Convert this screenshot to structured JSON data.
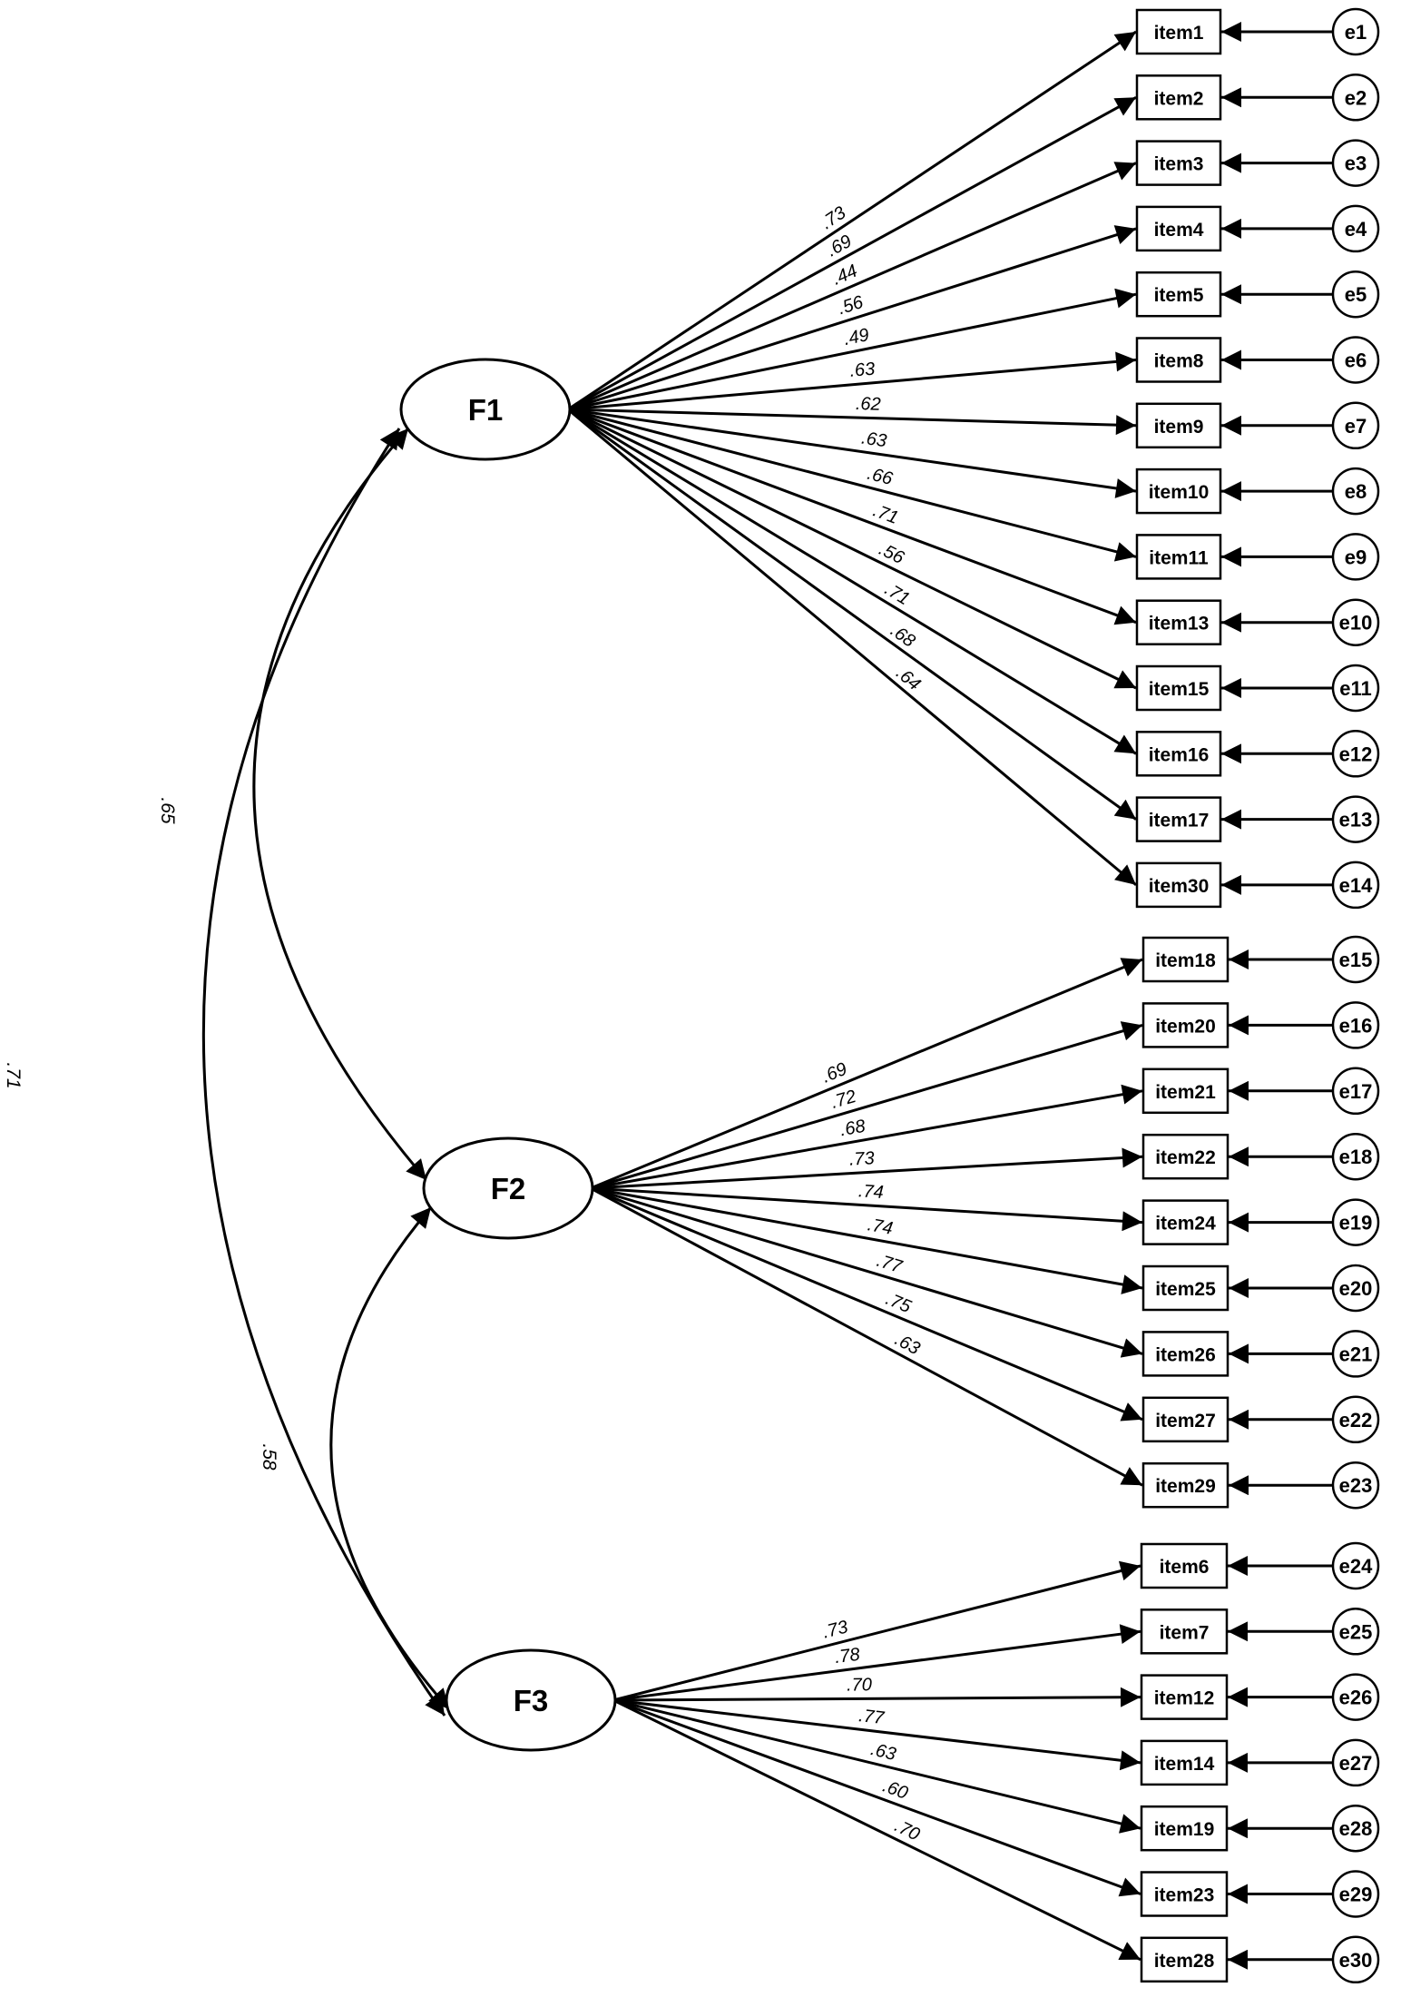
{
  "factors": [
    {
      "name": "F1",
      "indicators": [
        {
          "item": "item1",
          "error": "e1",
          "loading": ".73"
        },
        {
          "item": "item2",
          "error": "e2",
          "loading": ".69"
        },
        {
          "item": "item3",
          "error": "e3",
          "loading": ".44"
        },
        {
          "item": "item4",
          "error": "e4",
          "loading": ".56"
        },
        {
          "item": "item5",
          "error": "e5",
          "loading": ".49"
        },
        {
          "item": "item8",
          "error": "e6",
          "loading": ".63"
        },
        {
          "item": "item9",
          "error": "e7",
          "loading": ".62"
        },
        {
          "item": "item10",
          "error": "e8",
          "loading": ".63"
        },
        {
          "item": "item11",
          "error": "e9",
          "loading": ".66"
        },
        {
          "item": "item13",
          "error": "e10",
          "loading": ".71"
        },
        {
          "item": "item15",
          "error": "e11",
          "loading": ".56"
        },
        {
          "item": "item16",
          "error": "e12",
          "loading": ".71"
        },
        {
          "item": "item17",
          "error": "e13",
          "loading": ".68"
        },
        {
          "item": "item30",
          "error": "e14",
          "loading": ".64"
        }
      ]
    },
    {
      "name": "F2",
      "indicators": [
        {
          "item": "item18",
          "error": "e15",
          "loading": ".69"
        },
        {
          "item": "item20",
          "error": "e16",
          "loading": ".72"
        },
        {
          "item": "item21",
          "error": "e17",
          "loading": ".68"
        },
        {
          "item": "item22",
          "error": "e18",
          "loading": ".73"
        },
        {
          "item": "item24",
          "error": "e19",
          "loading": ".74"
        },
        {
          "item": "item25",
          "error": "e20",
          "loading": ".74"
        },
        {
          "item": "item26",
          "error": "e21",
          "loading": ".77"
        },
        {
          "item": "item27",
          "error": "e22",
          "loading": ".75"
        },
        {
          "item": "item29",
          "error": "e23",
          "loading": ".63"
        }
      ]
    },
    {
      "name": "F3",
      "indicators": [
        {
          "item": "item6",
          "error": "e24",
          "loading": ".73"
        },
        {
          "item": "item7",
          "error": "e25",
          "loading": ".78"
        },
        {
          "item": "item12",
          "error": "e26",
          "loading": ".70"
        },
        {
          "item": "item14",
          "error": "e27",
          "loading": ".77"
        },
        {
          "item": "item19",
          "error": "e28",
          "loading": ".63"
        },
        {
          "item": "item23",
          "error": "e29",
          "loading": ".60"
        },
        {
          "item": "item28",
          "error": "e30",
          "loading": ".70"
        }
      ]
    }
  ],
  "correlations": [
    {
      "from": "F1",
      "to": "F2",
      "value": ".65"
    },
    {
      "from": "F2",
      "to": "F3",
      "value": ".58"
    },
    {
      "from": "F1",
      "to": "F3",
      "value": ".71"
    }
  ]
}
